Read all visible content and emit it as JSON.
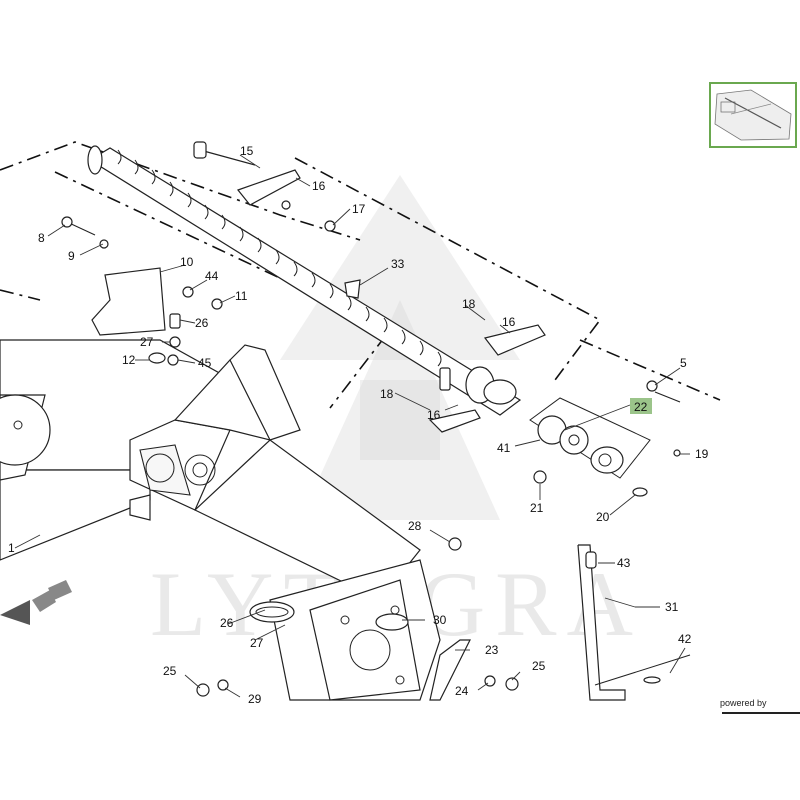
{
  "powered_by": "powered by",
  "watermark": "LYTAGRA",
  "highlight_color": "#9bc48a",
  "thumbnail_border_color": "#6aa84f",
  "callouts": {
    "c1": "1",
    "c5": "5",
    "c8": "8",
    "c9": "9",
    "c10": "10",
    "c11": "11",
    "c12": "12",
    "c15": "15",
    "c16a": "16",
    "c16b": "16",
    "c16c": "16",
    "c17": "17",
    "c18a": "18",
    "c18b": "18",
    "c19": "19",
    "c20": "20",
    "c21": "21",
    "c22": "22",
    "c23": "23",
    "c24": "24",
    "c25a": "25",
    "c25b": "25",
    "c26a": "26",
    "c26b": "26",
    "c27a": "27",
    "c27b": "27",
    "c28": "28",
    "c29": "29",
    "c30": "30",
    "c31": "31",
    "c33": "33",
    "c41": "41",
    "c42": "42",
    "c43": "43",
    "c44": "44",
    "c45": "45"
  }
}
